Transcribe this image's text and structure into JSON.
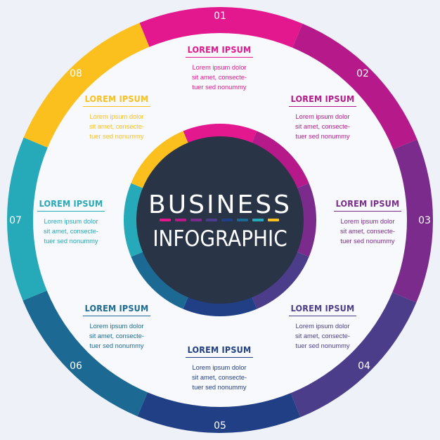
{
  "title": {
    "line1": "BUSINESS",
    "line2": "INFOGRAPHIC"
  },
  "colors": {
    "background": "#eef2f8",
    "inner_fill": "#f7f9fc",
    "center_fill": "#293447",
    "segments": [
      "#e3178e",
      "#b5198a",
      "#7b2b8b",
      "#4c3d8a",
      "#213f85",
      "#1c6a93",
      "#26a9b8",
      "#fbbf1e"
    ]
  },
  "segments": [
    {
      "number": "01",
      "heading": "LOREM IPSUM",
      "text": [
        "Lorem ipsum dolor",
        "sit amet, consecte-",
        "tuer sed nonummy"
      ]
    },
    {
      "number": "02",
      "heading": "LOREM IPSUM",
      "text": [
        "Lorem ipsum dolor",
        "sit amet, consecte-",
        "tuer sed nonummy"
      ]
    },
    {
      "number": "03",
      "heading": "LOREM IPSUM",
      "text": [
        "Lorem ipsum dolor",
        "sit amet, consecte-",
        "tuer sed nonummy"
      ]
    },
    {
      "number": "04",
      "heading": "LOREM IPSUM",
      "text": [
        "Lorem ipsum dolor",
        "sit amet, consecte-",
        "tuer sed nonummy"
      ]
    },
    {
      "number": "05",
      "heading": "LOREM IPSUM",
      "text": [
        "Lorem ipsum dolor",
        "sit amet, consecte-",
        "tuer sed nonummy"
      ]
    },
    {
      "number": "06",
      "heading": "LOREM IPSUM",
      "text": [
        "Lorem ipsum dolor",
        "sit amet, consecte-",
        "tuer sed nonummy"
      ]
    },
    {
      "number": "07",
      "heading": "LOREM IPSUM",
      "text": [
        "Lorem ipsum dolor",
        "sit amet, consecte-",
        "tuer sed nonummy"
      ]
    },
    {
      "number": "08",
      "heading": "LOREM IPSUM",
      "text": [
        "Lorem ipsum dolor",
        "sit amet, consecte-",
        "tuer sed nonummy"
      ]
    }
  ]
}
